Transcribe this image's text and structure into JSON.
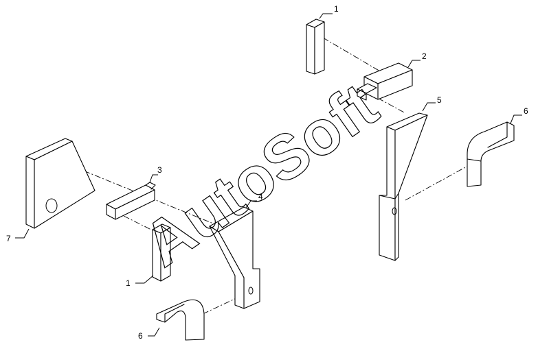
{
  "diagram": {
    "callouts": {
      "c1_top": "1",
      "c2": "2",
      "c3": "3",
      "c4": "4",
      "c5": "5",
      "c6_right": "6",
      "c7": "7",
      "c1_bottom": "1",
      "c6_bottom": "6"
    },
    "watermark": "AutoSoft"
  }
}
